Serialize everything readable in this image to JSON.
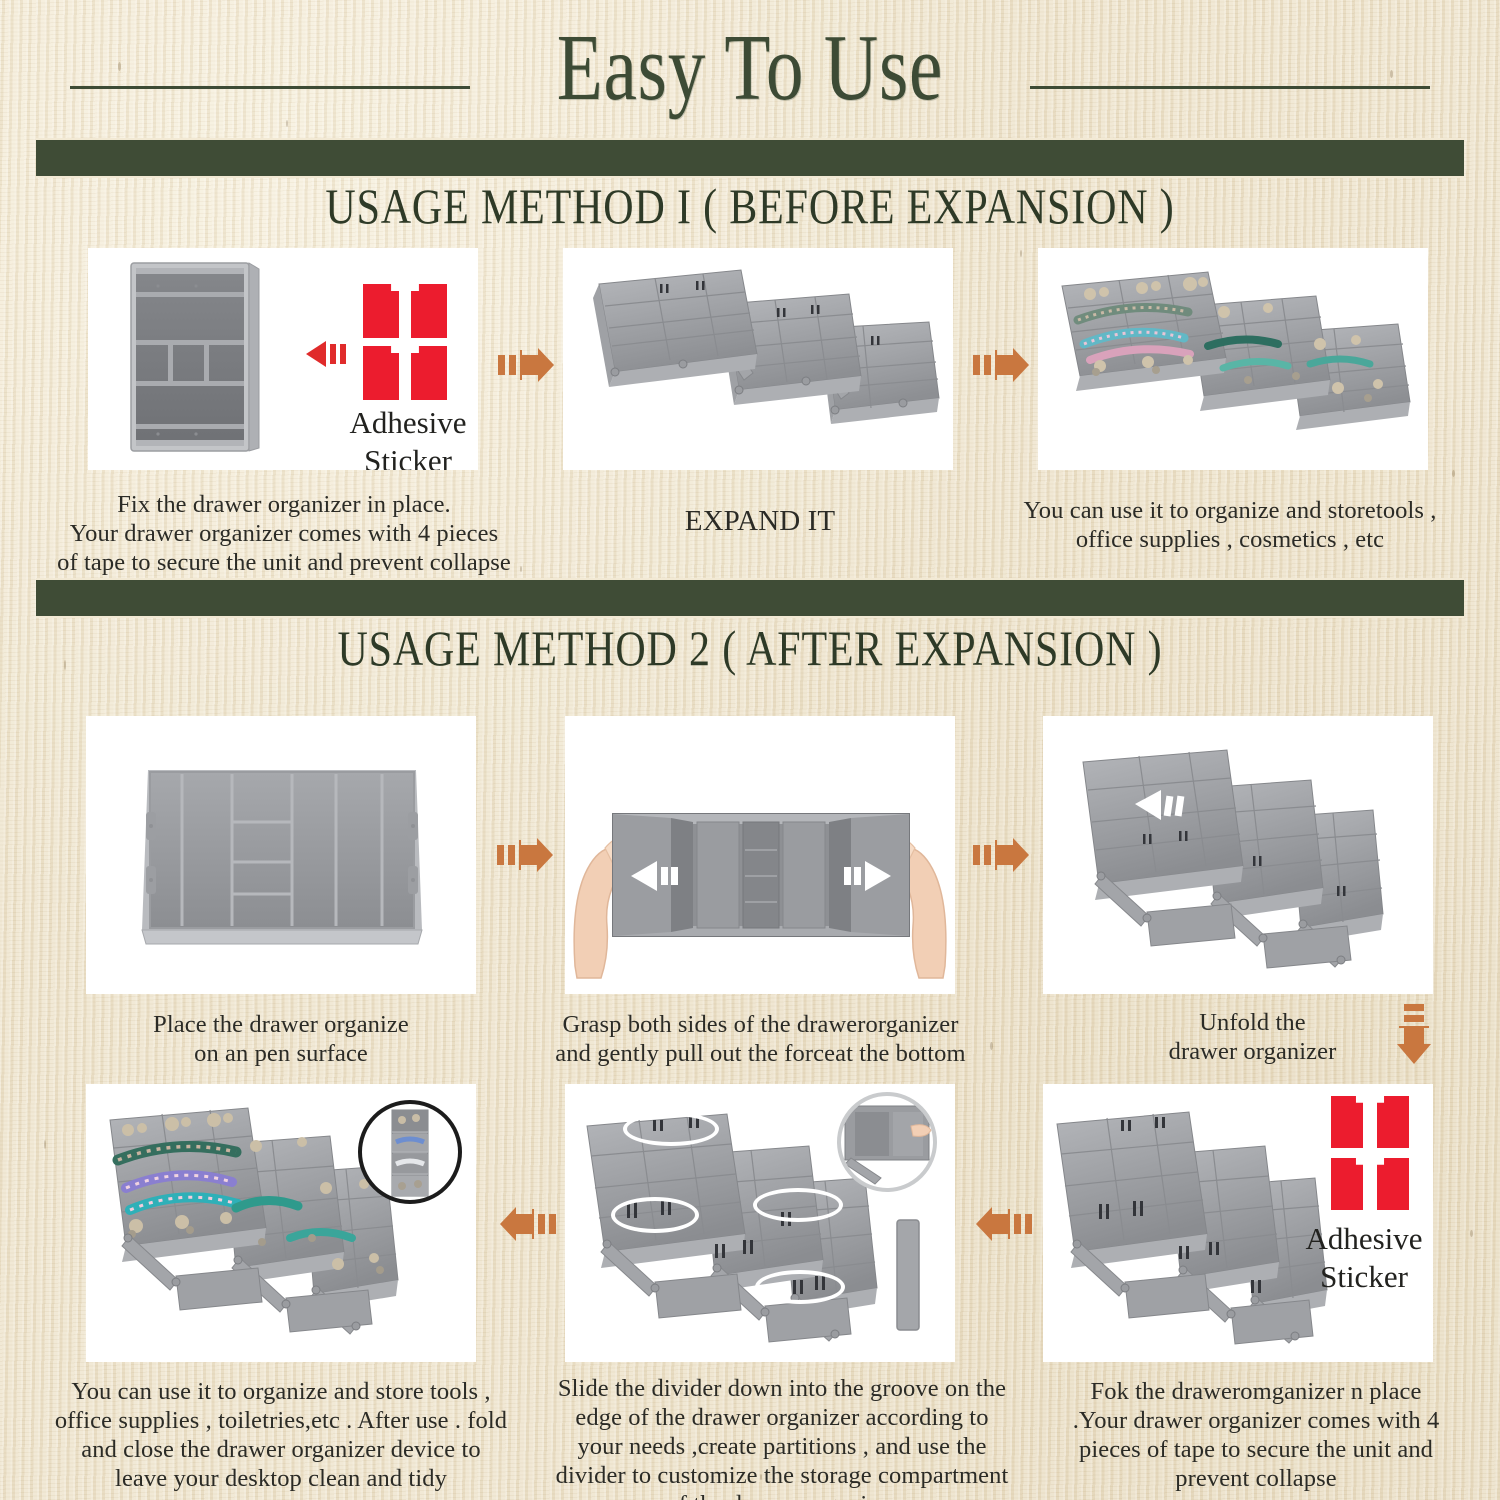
{
  "page": {
    "title": "Easy To Use",
    "background_color": "#ece1c8",
    "accent_green": "#3f4c36",
    "accent_orange": "#c9773f",
    "sticker_red": "#ec1c2e"
  },
  "sections": [
    {
      "id": "method-1",
      "heading": "USAGE METHOD I ( BEFORE EXPANSION )",
      "steps": [
        {
          "id": "fix-in-place",
          "caption": "Fix the drawer organizer in place.\nYour drawer organizer comes with 4 pieces\nof tape to secure the unit and prevent collapse",
          "in_photo_label": "Adhesive\nSticker"
        },
        {
          "id": "expand-it",
          "caption": "EXPAND IT"
        },
        {
          "id": "organize-store",
          "caption": "You can use it to organize and storetools ,\noffice supplies , cosmetics , etc"
        }
      ]
    },
    {
      "id": "method-2",
      "heading": "USAGE METHOD 2 ( AFTER EXPANSION )",
      "steps": [
        {
          "id": "place-on-surface",
          "caption": "Place the drawer organize\non an pen surface"
        },
        {
          "id": "grasp-and-pull",
          "caption": "Grasp both sides of the drawerorganizer\nand gently pull out the forceat the bottom"
        },
        {
          "id": "unfold",
          "caption": "Unfold the\ndrawer organizer"
        },
        {
          "id": "store-and-fold",
          "caption": "You can use it to organize and store tools ,\noffice supplies , toiletries,etc . After use . fold\nand close the drawer organizer device to\nleave your desktop clean and tidy"
        },
        {
          "id": "slide-divider",
          "caption": "Slide the divider down into the groove on the\nedge of the drawer organizer according to\nyour needs ,create partitions , and use the\ndivider to customize the storage compartment\nof the drawer organizer"
        },
        {
          "id": "fold-in-place",
          "caption": "Fok the draweromganizer n place\n.Your drawer organizer comes with 4\npieces of tape to secure the unit and\nprevent collapse",
          "in_photo_label": "Adhesive\nSticker"
        }
      ]
    }
  ],
  "icons": {
    "flow_arrow_right": "arrow-right-icon",
    "flow_arrow_left": "arrow-left-icon",
    "flow_arrow_down": "arrow-down-icon"
  }
}
